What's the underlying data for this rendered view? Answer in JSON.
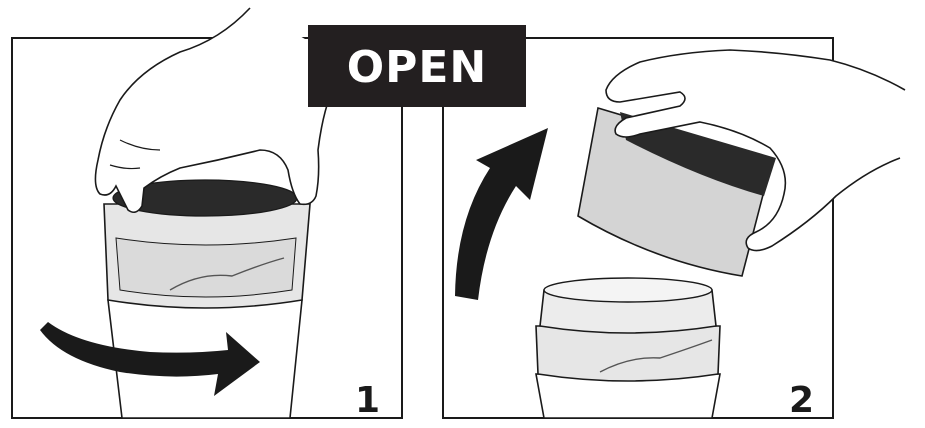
{
  "banner": {
    "label": "OPEN"
  },
  "panels": [
    {
      "step": "1"
    },
    {
      "step": "2"
    }
  ],
  "colors": {
    "ink": "#1a1a1a",
    "cup_fill": "#e6e6e6",
    "lid_fill": "#d4d4d4",
    "seal_fill": "#2a2a2a",
    "banner_fill": "#231f20"
  }
}
